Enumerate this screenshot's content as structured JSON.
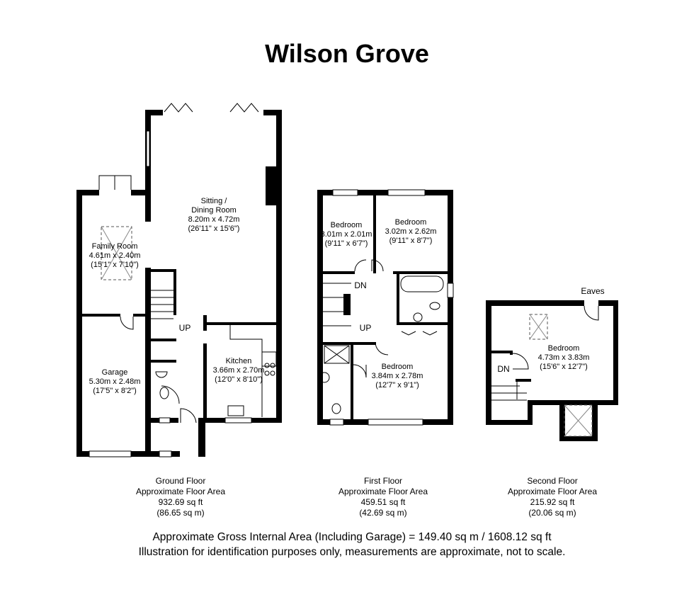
{
  "title": "Wilson Grove",
  "rooms": {
    "sitting": {
      "name": "Sitting /",
      "name2": "Dining Room",
      "metric": "8.20m x 4.72m",
      "imperial": "(26'11\" x 15'6\")"
    },
    "family": {
      "name": "Family Room",
      "metric": "4.61m x 2.40m",
      "imperial": "(15'1\" x 7'10\")"
    },
    "garage": {
      "name": "Garage",
      "metric": "5.30m x 2.48m",
      "imperial": "(17'5\" x 8'2\")"
    },
    "kitchen": {
      "name": "Kitchen",
      "metric": "3.66m x 2.70m",
      "imperial": "(12'0\" x 8'10\")"
    },
    "bed1": {
      "name": "Bedroom",
      "metric": "3.01m x 2.01m",
      "imperial": "(9'11\" x 6'7\")"
    },
    "bed2": {
      "name": "Bedroom",
      "metric": "3.02m x 2.62m",
      "imperial": "(9'11\" x 8'7\")"
    },
    "bed3": {
      "name": "Bedroom",
      "metric": "3.84m x 2.78m",
      "imperial": "(12'7\" x 9'1\")"
    },
    "bed4": {
      "name": "Bedroom",
      "metric": "4.73m x 3.83m",
      "imperial": "(15'6\" x 12'7\")"
    }
  },
  "labels": {
    "up_ground": "UP",
    "dn_first": "DN",
    "up_first": "UP",
    "dn_second": "DN",
    "eaves": "Eaves"
  },
  "floors": [
    {
      "name": "Ground Floor",
      "caption": "Approximate Floor Area",
      "sqft": "932.69 sq ft",
      "sqm": "(86.65 sq m)"
    },
    {
      "name": "First Floor",
      "caption": "Approximate Floor Area",
      "sqft": "459.51 sq ft",
      "sqm": "(42.69 sq m)"
    },
    {
      "name": "Second Floor",
      "caption": "Approximate Floor Area",
      "sqft": "215.92 sq ft",
      "sqm": "(20.06 sq m)"
    }
  ],
  "footer": {
    "gross": "Approximate Gross Internal Area (Including Garage) = 149.40 sq m / 1608.12 sq ft",
    "disclaimer": "Illustration for identification purposes only, measurements are approximate, not to scale."
  }
}
